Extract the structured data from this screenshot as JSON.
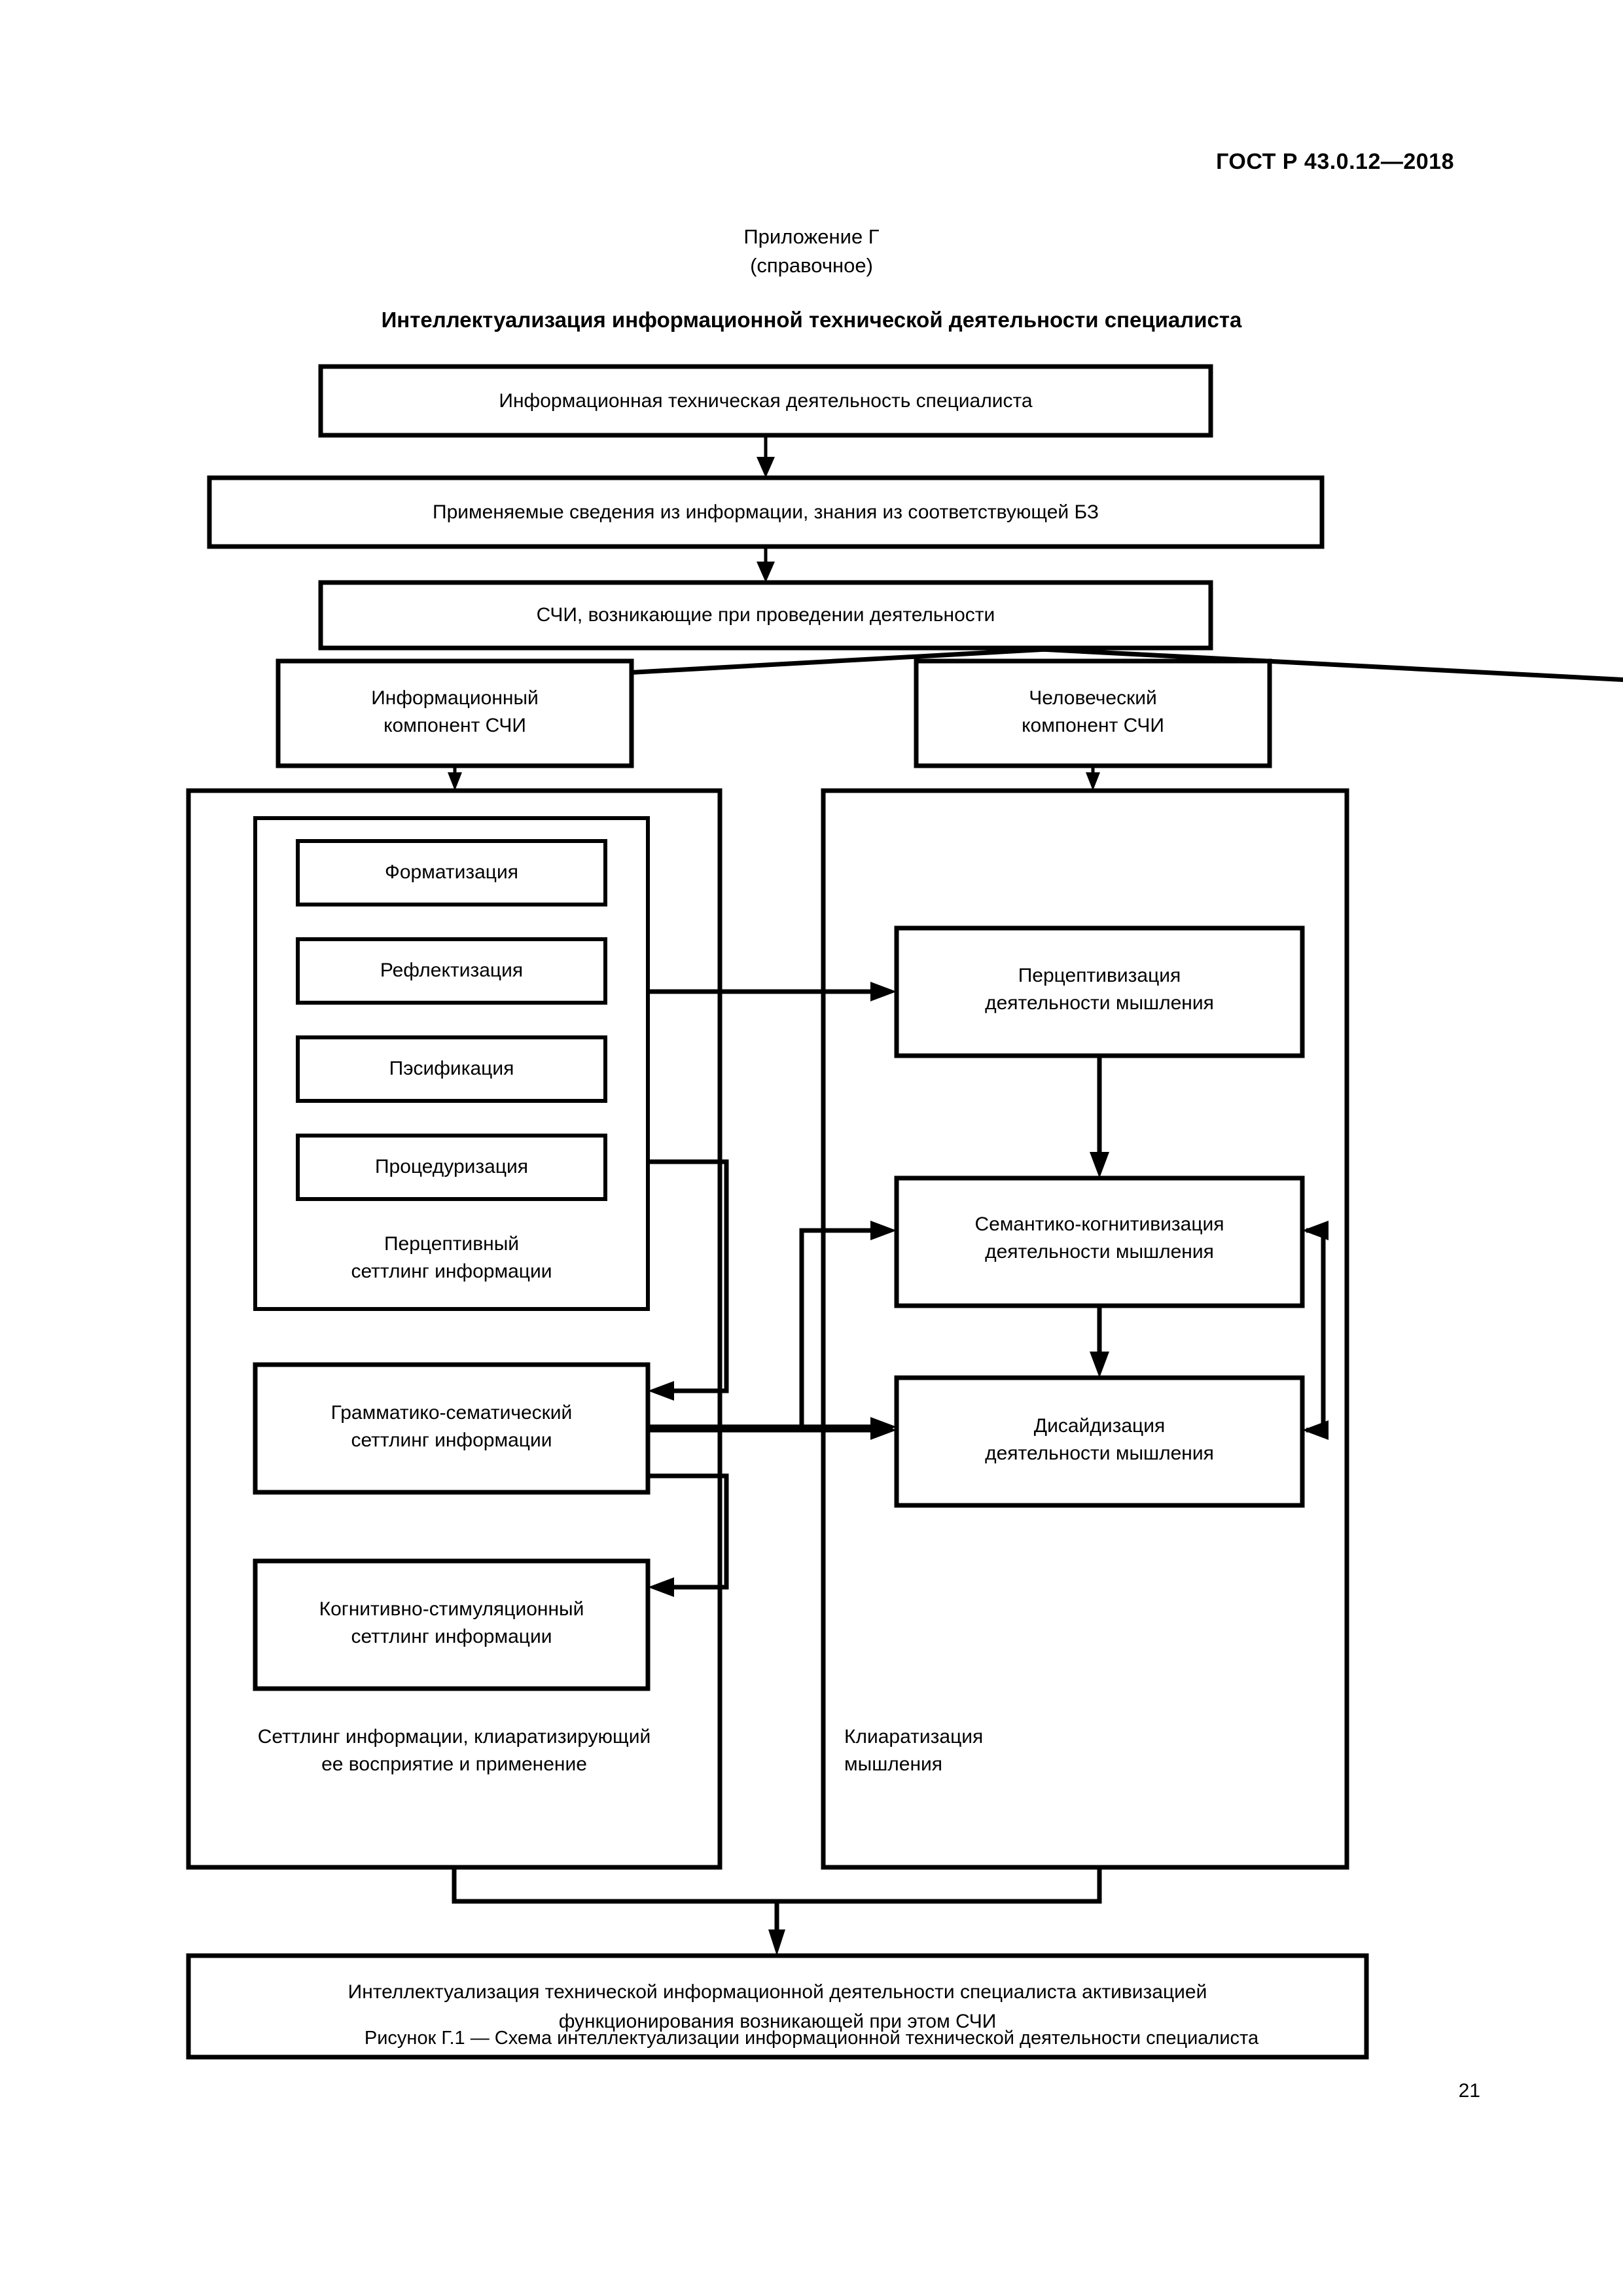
{
  "document": {
    "standard_header": "ГОСТ Р 43.0.12—2018",
    "page_number": "21"
  },
  "appendix": {
    "line1": "Приложение Г",
    "line2": "(справочное)",
    "title": "Интеллектуализация информационной технической деятельности специалиста"
  },
  "figure": {
    "caption": "Рисунок Г.1 — Схема интеллектуализации информационной технической деятельности специалиста"
  },
  "diagram": {
    "type": "flowchart",
    "top_chain": [
      {
        "id": "activity",
        "text": "Информационная техническая деятельность специалиста"
      },
      {
        "id": "knowledge",
        "text": "Применяемые сведения из информации, знания из соответствующей БЗ"
      },
      {
        "id": "schi",
        "text": "СЧИ, возникающие при проведении деятельности"
      }
    ],
    "components": [
      {
        "id": "info-component",
        "line1": "Информационный",
        "line2": "компонент СЧИ"
      },
      {
        "id": "human-component",
        "line1": "Человеческий",
        "line2": "компонент СЧИ"
      }
    ],
    "left_group": {
      "label_line1": "Сеттлинг информации, клиаратизирующий",
      "label_line2": "ее восприятие и применение",
      "perceptive_group": {
        "items": [
          {
            "id": "formatization",
            "text": "Форматизация"
          },
          {
            "id": "reflectization",
            "text": "Рефлектизация"
          },
          {
            "id": "pesification",
            "text": "Пэсификация"
          },
          {
            "id": "proceduration",
            "text": "Процедуризация"
          }
        ],
        "label_line1": "Перцептивный",
        "label_line2": "сеттлинг информации"
      },
      "blocks": [
        {
          "id": "grammatic-semantic",
          "line1": "Грамматико-сематический",
          "line2": "сеттлинг информации"
        },
        {
          "id": "cognitive-stimulation",
          "line1": "Когнитивно-стимуляционный",
          "line2": "сеттлинг информации"
        }
      ]
    },
    "right_group": {
      "label_line1": "Клиаратизация",
      "label_line2": "мышления",
      "blocks": [
        {
          "id": "perceptivization",
          "line1": "Перцептивизация",
          "line2": "деятельности мышления"
        },
        {
          "id": "semantic-cognitivization",
          "line1": "Семантико-когнитивизация",
          "line2": "деятельности мышления"
        },
        {
          "id": "disidization",
          "line1": "Дисайдизация",
          "line2": "деятельности мышления"
        }
      ]
    },
    "bottom": {
      "id": "intellectualization-result",
      "line1": "Интеллектуализация технической информационной деятельности специалиста активизацией",
      "line2": "функционирования возникающей при этом СЧИ"
    }
  }
}
